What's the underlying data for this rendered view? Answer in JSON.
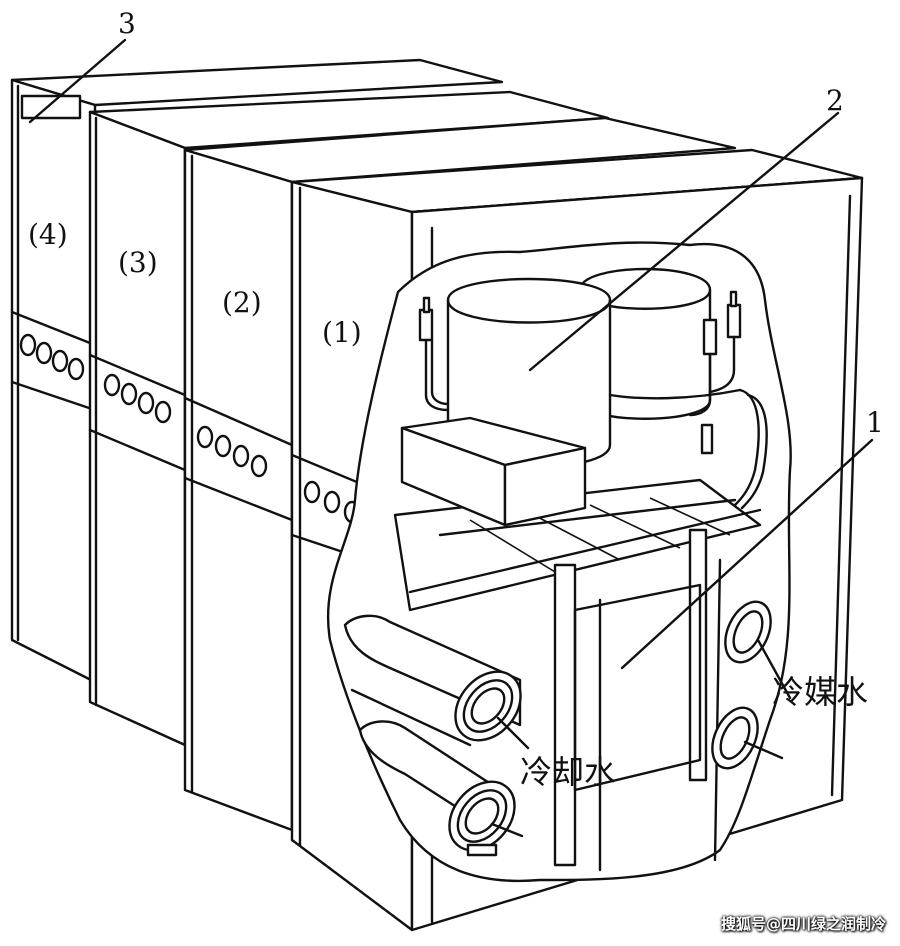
{
  "labels": {
    "callout_1": "1",
    "callout_2": "2",
    "callout_3": "3",
    "module_1": "(1)",
    "module_2": "(2)",
    "module_3": "(3)",
    "module_4": "(4)",
    "cooling_water": "冷却水",
    "chilled_water": "冷媒水"
  },
  "watermark": "搜狐号@四川绿之润制冷"
}
